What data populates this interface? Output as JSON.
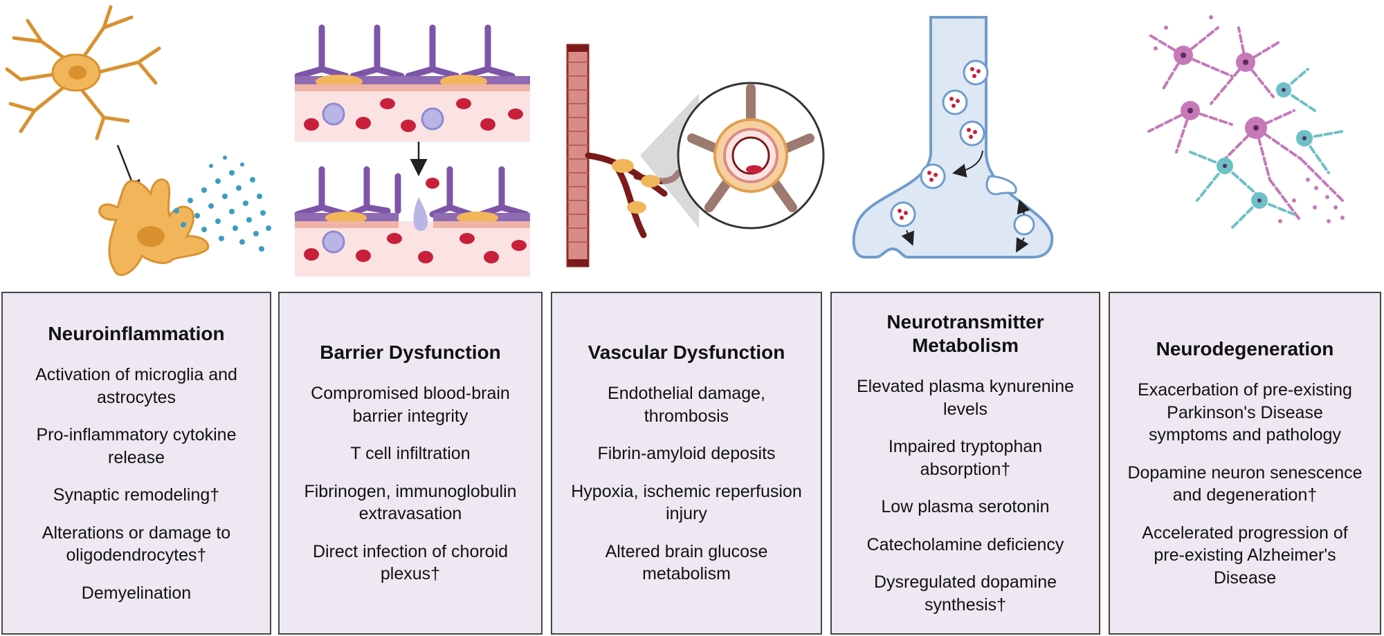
{
  "panels": [
    {
      "title": "Neuroinflammation",
      "items": [
        "Activation of microglia and astrocytes",
        "Pro-inflammatory cytokine release",
        "Synaptic remodeling†",
        "Alterations or damage to oligodendrocytes†",
        "Demyelination"
      ],
      "illustration_icon": "microglia-activation-icon"
    },
    {
      "title": "Barrier Dysfunction",
      "items": [
        "Compromised blood-brain barrier integrity",
        "T cell infiltration",
        "Fibrinogen, immunoglobulin extravasation",
        "Direct infection of choroid plexus†"
      ],
      "illustration_icon": "blood-brain-barrier-icon"
    },
    {
      "title": "Vascular Dysfunction",
      "items": [
        "Endothelial damage, thrombosis",
        "Fibrin-amyloid deposits",
        "Hypoxia, ischemic reperfusion injury",
        "Altered brain glucose metabolism"
      ],
      "illustration_icon": "blood-vessel-icon"
    },
    {
      "title": "Neurotransmitter Metabolism",
      "items": [
        "Elevated plasma kynurenine levels",
        "Impaired tryptophan absorption†",
        "Low plasma serotonin",
        "Catecholamine deficiency",
        "Dysregulated dopamine synthesis†"
      ],
      "illustration_icon": "synapse-terminal-icon"
    },
    {
      "title": "Neurodegeneration",
      "items": [
        "Exacerbation of pre-existing Parkinson's Disease symptoms and pathology",
        "Dopamine neuron senescence and degeneration†",
        "Accelerated progression of pre-existing Alzheimer's Disease"
      ],
      "illustration_icon": "degenerating-neurons-icon"
    }
  ],
  "colors": {
    "panel_bg": "#ede8f2",
    "panel_border": "#444444",
    "astrocyte": "#f2b65a",
    "endothelium": "#8e6bb3",
    "blood_cell": "#c8203a",
    "vessel": "#d98b86",
    "terminal": "#dde8f4",
    "neuron_pink": "#c678b7",
    "neuron_teal": "#6cc0c6"
  }
}
